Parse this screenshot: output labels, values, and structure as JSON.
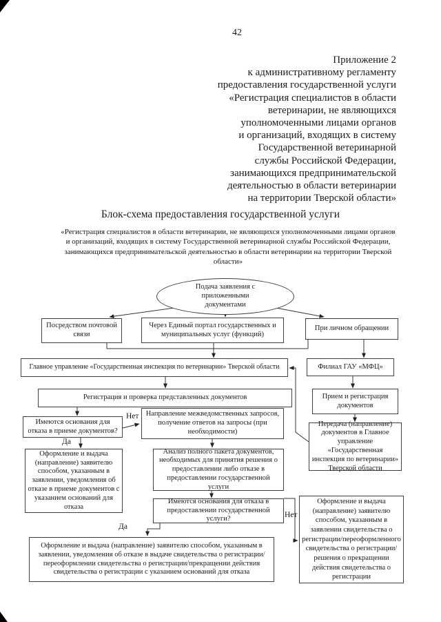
{
  "page": {
    "number": "42"
  },
  "header": {
    "lines": [
      "Приложение 2",
      "к административному регламенту",
      "предоставления государственной услуги",
      "«Регистрация специалистов в области",
      "ветеринарии, не являющихся",
      "уполномоченными лицами органов",
      "и организаций, входящих в систему",
      "Государственной ветеринарной",
      "службы Российской Федерации,",
      "занимающихся предпринимательской",
      "деятельностью в области ветеринарии",
      "на территории Тверской области»"
    ]
  },
  "flowchart": {
    "title": "Блок-схема предоставления государственной услуги",
    "subtitle": "«Регистрация специалистов в области ветеринарии, не являющихся уполномоченными лицами органов и организаций, входящих в систему Государственной ветеринарной службы Российской Федерации, занимающихся предпринимательской деятельностью в области ветеринарии на территории Тверской области»",
    "nodes": {
      "start": "Подача заявления с приложенными документами",
      "mail": "Посредством почтовой связи",
      "portal": "Через Единый портал государственных и муниципальных услуг (функций)",
      "in_person": "При личном обращении",
      "main_office": "Главное управление «Государственная инспекция по ветеринарии» Тверской области",
      "mfc": "Филиал ГАУ «МФЦ»",
      "reg_check": "Регистрация и проверка представленных документов",
      "reception": "Прием и регистрация документов",
      "decision1": "Имеются основания для отказа в приеме документов?",
      "interagency": "Направление межведомственных запросов, получение ответов на запросы (при необходимости)",
      "transfer": "Передача (направление) документов в Главное управление «Государственная инспекция по ветеринарии» Тверской области",
      "refusal_notice": "Оформление и выдача (направление) заявителю способом, указанным в заявлении, уведомления об отказе в приеме документов с указанием оснований для отказа",
      "analysis": "Анализ полного пакета документов, необходимых для принятия решения о предоставлении либо отказе в предоставлении государственной услуги",
      "decision2": "Имеются основания для отказа в предоставлении государственной услуги?",
      "final_refusal": "Оформление и выдача (направление) заявителю способом, указанным в заявлении, уведомления об отказе в выдаче свидетельства о регистрации/переоформлении свидетельства о регистрации/прекращении действия свидетельства о регистрации с указанием оснований для отказа",
      "final_issue": "Оформление и выдача (направление) заявителю способом, указанным в заявлении свидетельства о регистрации/переоформленного свидетельства о регистрации/ решения о прекращении действия свидетельства о регистрации"
    },
    "labels": {
      "yes1": "Да",
      "no1": "Нет",
      "yes2": "Да",
      "no2": "Нет"
    }
  }
}
